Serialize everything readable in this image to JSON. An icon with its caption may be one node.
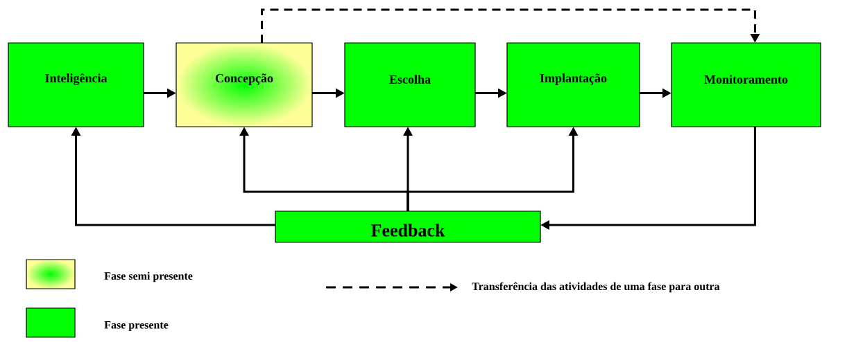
{
  "diagram": {
    "nodes": [
      {
        "text": [
          "Inteligência"
        ]
      },
      {
        "text": [
          "Concepção"
        ]
      },
      {
        "text": [
          "Escolha"
        ]
      },
      {
        "text": [
          "Implantação"
        ]
      },
      {
        "text": [
          "Monitoramento"
        ]
      },
      {
        "text": [
          "Feedback"
        ]
      }
    ],
    "edges": [
      {
        "from": 0,
        "to": 1,
        "arrow": "to"
      },
      {
        "from": 1,
        "to": 2,
        "arrow": "to"
      },
      {
        "from": 2,
        "to": 3,
        "arrow": "to"
      },
      {
        "from": 3,
        "to": 4,
        "arrow": "to"
      },
      {
        "from": 1,
        "to": 4,
        "arrow": "to",
        "style": "dashed"
      },
      {
        "from": 4,
        "to": 5,
        "arrow": "to"
      },
      {
        "from": 5,
        "to": 0,
        "arrow": "to"
      },
      {
        "from": 5,
        "to": 1,
        "arrow": "to"
      },
      {
        "from": 5,
        "to": 2,
        "arrow": "to"
      },
      {
        "from": 5,
        "to": 3,
        "arrow": "to"
      }
    ],
    "legend": [
      {
        "text": "Fase semi presente",
        "color": "#ffff99"
      },
      {
        "text": "Fase presente",
        "color": "#00ff00"
      },
      {
        "text": "Transferência das atividades de uma fase para outra"
      }
    ]
  }
}
